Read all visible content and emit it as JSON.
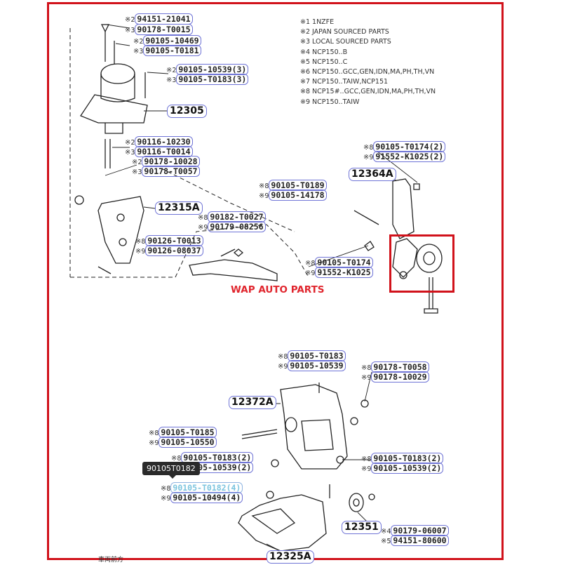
{
  "legend": [
    "※1 1NZFE",
    "※2 JAPAN SOURCED PARTS",
    "※3 LOCAL SOURCED PARTS",
    "※4 NCP150..B",
    "※5 NCP150..C",
    "※6 NCP150..GCC,GEN,IDN,MA,PH,TH,VN",
    "※7 NCP150..TAIW,NCP151",
    "※8 NCP15#..GCC,GEN,IDN,MA,PH,TH,VN",
    "※9 NCP150..TAIW"
  ],
  "watermark": "WAP AUTO PARTS",
  "tooltip": "90105T0182",
  "footnote": "車両前方",
  "refs": {
    "r12305": "12305",
    "r12315A": "12315A",
    "r12364A": "12364A",
    "r12372A": "12372A",
    "r12351": "12351",
    "r12325A": "12325A"
  },
  "parts": [
    {
      "id": "p1",
      "prefix": "※2",
      "code": "94151-21041"
    },
    {
      "id": "p2",
      "prefix": "※3",
      "code": "90178-T0015"
    },
    {
      "id": "p3",
      "prefix": "※2",
      "code": "90105-10469"
    },
    {
      "id": "p4",
      "prefix": "※3",
      "code": "90105-T0181"
    },
    {
      "id": "p5",
      "prefix": "※2",
      "code": "90105-10539(3)"
    },
    {
      "id": "p6",
      "prefix": "※3",
      "code": "90105-T0183(3)"
    },
    {
      "id": "p7",
      "prefix": "※2",
      "code": "90116-10230"
    },
    {
      "id": "p8",
      "prefix": "※3",
      "code": "90116-T0014"
    },
    {
      "id": "p9",
      "prefix": "※2",
      "code": "90178-10028"
    },
    {
      "id": "p10",
      "prefix": "※3",
      "code": "90178-T0057"
    },
    {
      "id": "p11",
      "prefix": "※8",
      "code": "90182-T0027"
    },
    {
      "id": "p12",
      "prefix": "※9",
      "code": "90179-08256"
    },
    {
      "id": "p13",
      "prefix": "※8",
      "code": "90126-T0013"
    },
    {
      "id": "p14",
      "prefix": "※9",
      "code": "90126-08037"
    },
    {
      "id": "p15",
      "prefix": "※8",
      "code": "90105-T0189"
    },
    {
      "id": "p16",
      "prefix": "※9",
      "code": "90105-14178"
    },
    {
      "id": "p17",
      "prefix": "※8",
      "code": "90105-T0174(2)"
    },
    {
      "id": "p18",
      "prefix": "※9",
      "code": "91552-K1025(2)"
    },
    {
      "id": "p19",
      "prefix": "※8",
      "code": "90105-T0174"
    },
    {
      "id": "p20",
      "prefix": "※9",
      "code": "91552-K1025"
    },
    {
      "id": "p21",
      "prefix": "※8",
      "code": "90105-T0183"
    },
    {
      "id": "p22",
      "prefix": "※9",
      "code": "90105-10539"
    },
    {
      "id": "p23",
      "prefix": "※8",
      "code": "90178-T0058"
    },
    {
      "id": "p24",
      "prefix": "※9",
      "code": "90178-10029"
    },
    {
      "id": "p25",
      "prefix": "※8",
      "code": "90105-T0185"
    },
    {
      "id": "p26",
      "prefix": "※9",
      "code": "90105-10550"
    },
    {
      "id": "p27",
      "prefix": "※8",
      "code": "90105-T0183(2)"
    },
    {
      "id": "p28",
      "prefix": "※9",
      "code": "90105-10539(2)"
    },
    {
      "id": "p29",
      "prefix": "※8",
      "code": "90105-T0183(2)"
    },
    {
      "id": "p30",
      "prefix": "※9",
      "code": "90105-10539(2)"
    },
    {
      "id": "p31",
      "prefix": "※8",
      "code": "90105-T0182(4)"
    },
    {
      "id": "p32",
      "prefix": "※9",
      "code": "90105-10494(4)"
    },
    {
      "id": "p33",
      "prefix": "※4",
      "code": "90179-06007"
    },
    {
      "id": "p34",
      "prefix": "※5",
      "code": "94151-80600"
    }
  ]
}
